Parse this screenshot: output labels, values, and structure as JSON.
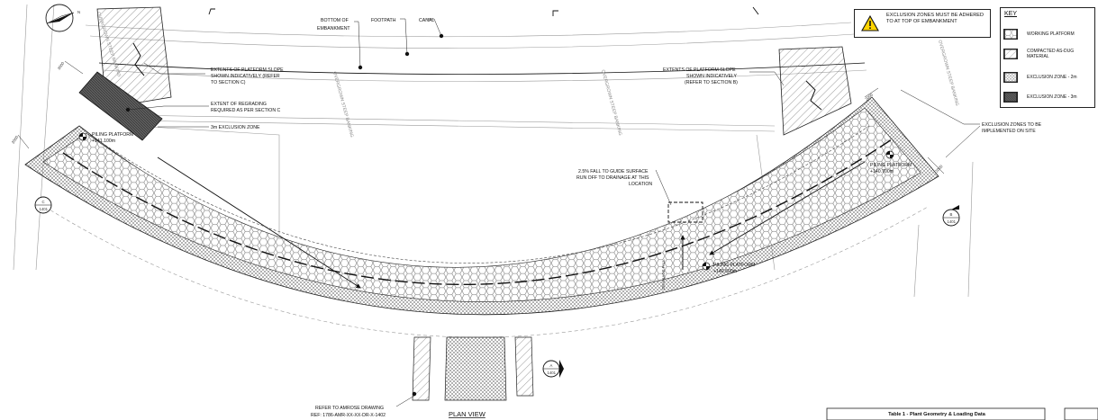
{
  "warning": {
    "text": "EXCLUSION ZONES MUST BE ADHERED TO AT TOP OF EMBANKMENT"
  },
  "key": {
    "title": "KEY",
    "items": [
      {
        "label": "WORKING PLATFORM",
        "pattern": "hex"
      },
      {
        "label": "COMPACTED AS-DUG MATERIAL",
        "pattern": "diag"
      },
      {
        "label": "EXCLUSION ZONE - 2m",
        "pattern": "cross"
      },
      {
        "label": "EXCLUSION ZONE - 3m",
        "pattern": "dark"
      }
    ]
  },
  "annotations": {
    "bottom_of_embankment_1": "BOTTOM OF",
    "bottom_of_embankment_2": "EMBANKMENT",
    "footpath": "FOOTPATH",
    "canal": "CANAL",
    "slope_left_1": "EXTENTS OF PLATFORM SLOPE",
    "slope_left_2": "SHOWN INDICATIVELY (REFER",
    "slope_left_3": "TO SECTION C)",
    "regrading_1": "EXTENT OF REGRADING",
    "regrading_2": "REQUIRED AS PER SECTION C",
    "exclusion_3m": "3m EXCLUSION ZONE",
    "slope_right_1": "EXTENTS OF PLATFORM SLOPE",
    "slope_right_2": "SHOWN INDICATIVELY",
    "slope_right_3": "(REFER TO SECTION B)",
    "exclusion_site_1": "EXCLUSION ZONES TO BE",
    "exclusion_site_2": "IMPLEMENTED ON SITE",
    "fall_1": "2.5% FALL TO GUIDE SURFACE",
    "fall_2": "RUN OFF TO DRAINAGE AT THIS",
    "fall_3": "LOCATION",
    "drainage_fall": "DRAINAGE FALL",
    "piling_left_1": "PILING PLATFORM",
    "piling_left_2": "+141.100m",
    "piling_mid_1": "PILING PLATFORM",
    "piling_mid_2": "+140.500m",
    "piling_right_1": "PILING PLATFORM",
    "piling_right_2": "+140.700m",
    "refer_1": "REFER TO AMROSE DRAWING",
    "refer_2": "REF: 1786-AMR-XX-XX-DR-X-1402",
    "plan_view": "PLAN VIEW",
    "table_title": "Table 1 - Plant Geometry & Loading Data",
    "dim_3000": "3000",
    "dim_2000_left": "2000",
    "dim_2000_right": "2000",
    "dim_2000_top": "2000"
  },
  "section_markers": [
    {
      "letter": "C",
      "ref": "1401"
    },
    {
      "letter": "A",
      "ref": "1401"
    },
    {
      "letter": "B",
      "ref": "1401"
    }
  ],
  "embankment_labels": [
    "OVERGROWN STEEP BANKING",
    "OVERGROWN STEEP BANKING",
    "OVERGROWN STEEP BANKING",
    "OVERGROWN STEEP BANKING"
  ],
  "compass": {
    "label": "N"
  }
}
